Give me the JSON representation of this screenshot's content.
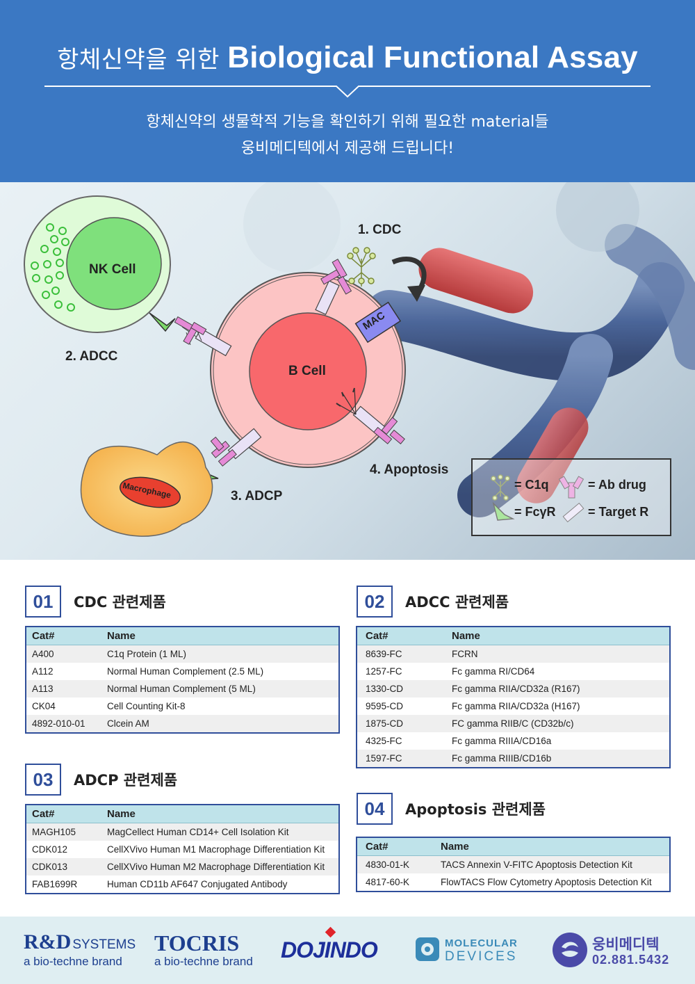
{
  "header": {
    "title_ko": "항체신약을 위한 ",
    "title_en": "Biological Functional Assay",
    "subtitle_line1": "항체신약의 생물학적 기능을 확인하기 위해 필요한 material들",
    "subtitle_line2": "웅비메디텍에서 제공해 드립니다!"
  },
  "diagram": {
    "nk_cell": "NK Cell",
    "b_cell": "B Cell",
    "macrophage": "Macrophage",
    "mac": "MAC",
    "cdc": "1. CDC",
    "adcc": "2. ADCC",
    "adcp": "3. ADCP",
    "apoptosis": "4. Apoptosis",
    "legend": {
      "c1q": "= C1q",
      "ab_drug": "= Ab drug",
      "fcgr": "= FcγR",
      "target_r": "= Target R"
    },
    "colors": {
      "nk_cell": "#dffbd8",
      "b_cell_outer": "#fcc4c4",
      "b_cell_inner": "#f8686c",
      "macrophage": "#f8c060",
      "mac": "#8a8af0",
      "ab_drug": "#e58ad6",
      "target_r": "#e9e2f6",
      "fcgr": "#7ed96a"
    }
  },
  "sections": {
    "s1": {
      "num": "01",
      "title": "CDC 관련제품",
      "col_cat": "Cat#",
      "col_name": "Name",
      "rows": [
        {
          "cat": "A400",
          "name": "C1q Protein (1 ML)"
        },
        {
          "cat": "A112",
          "name": "Normal Human Complement (2.5 ML)"
        },
        {
          "cat": "A113",
          "name": "Normal Human Complement (5 ML)"
        },
        {
          "cat": "CK04",
          "name": "Cell Counting Kit-8"
        },
        {
          "cat": "4892-010-01",
          "name": "Clcein AM"
        }
      ]
    },
    "s2": {
      "num": "02",
      "title": "ADCC 관련제품",
      "col_cat": "Cat#",
      "col_name": "Name",
      "rows": [
        {
          "cat": "8639-FC",
          "name": "FCRN"
        },
        {
          "cat": "1257-FC",
          "name": "Fc gamma RI/CD64"
        },
        {
          "cat": "1330-CD",
          "name": "Fc gamma RIIA/CD32a (R167)"
        },
        {
          "cat": "9595-CD",
          "name": "Fc gamma RIIA/CD32a (H167)"
        },
        {
          "cat": "1875-CD",
          "name": "FC gamma RIIB/C (CD32b/c)"
        },
        {
          "cat": "4325-FC",
          "name": "Fc gamma RIIIA/CD16a"
        },
        {
          "cat": "1597-FC",
          "name": "Fc gamma RIIIB/CD16b"
        }
      ]
    },
    "s3": {
      "num": "03",
      "title": "ADCP 관련제품",
      "col_cat": "Cat#",
      "col_name": "Name",
      "rows": [
        {
          "cat": "MAGH105",
          "name": "MagCellect Human CD14+ Cell Isolation Kit"
        },
        {
          "cat": "CDK012",
          "name": "CellXVivo Human M1 Macrophage Differentiation Kit"
        },
        {
          "cat": "CDK013",
          "name": "CellXVivo Human M2 Macrophage Differentiation Kit"
        },
        {
          "cat": "FAB1699R",
          "name": "Human CD11b AF647 Conjugated Antibody"
        }
      ]
    },
    "s4": {
      "num": "04",
      "title": "Apoptosis 관련제품",
      "col_cat": "Cat#",
      "col_name": "Name",
      "rows": [
        {
          "cat": "4830-01-K",
          "name": "TACS Annexin V-FITC Apoptosis Detection Kit"
        },
        {
          "cat": "4817-60-K",
          "name": "FlowTACS Flow Cytometry Apoptosis Detection Kit"
        }
      ]
    }
  },
  "footer": {
    "rnd_main": "R&D",
    "rnd_systems": "SYSTEMS",
    "rnd_sub": "a bio-techne brand",
    "tocris_main": "TOCRIS",
    "tocris_sub": "a bio-techne brand",
    "dojindo": "DOJINDO",
    "md_line1": "MOLECULAR",
    "md_line2": "DEVICES",
    "woongbi_name": "웅비메디텍",
    "woongbi_phone": "02.881.5432",
    "colors": {
      "rnd": "#1d3f8f",
      "tocris": "#1d3f8f",
      "dojindo": "#1d2f9a",
      "dojindo_dot": "#e0242a",
      "md": "#3a8ab8",
      "woongbi": "#4a4aa8"
    }
  }
}
